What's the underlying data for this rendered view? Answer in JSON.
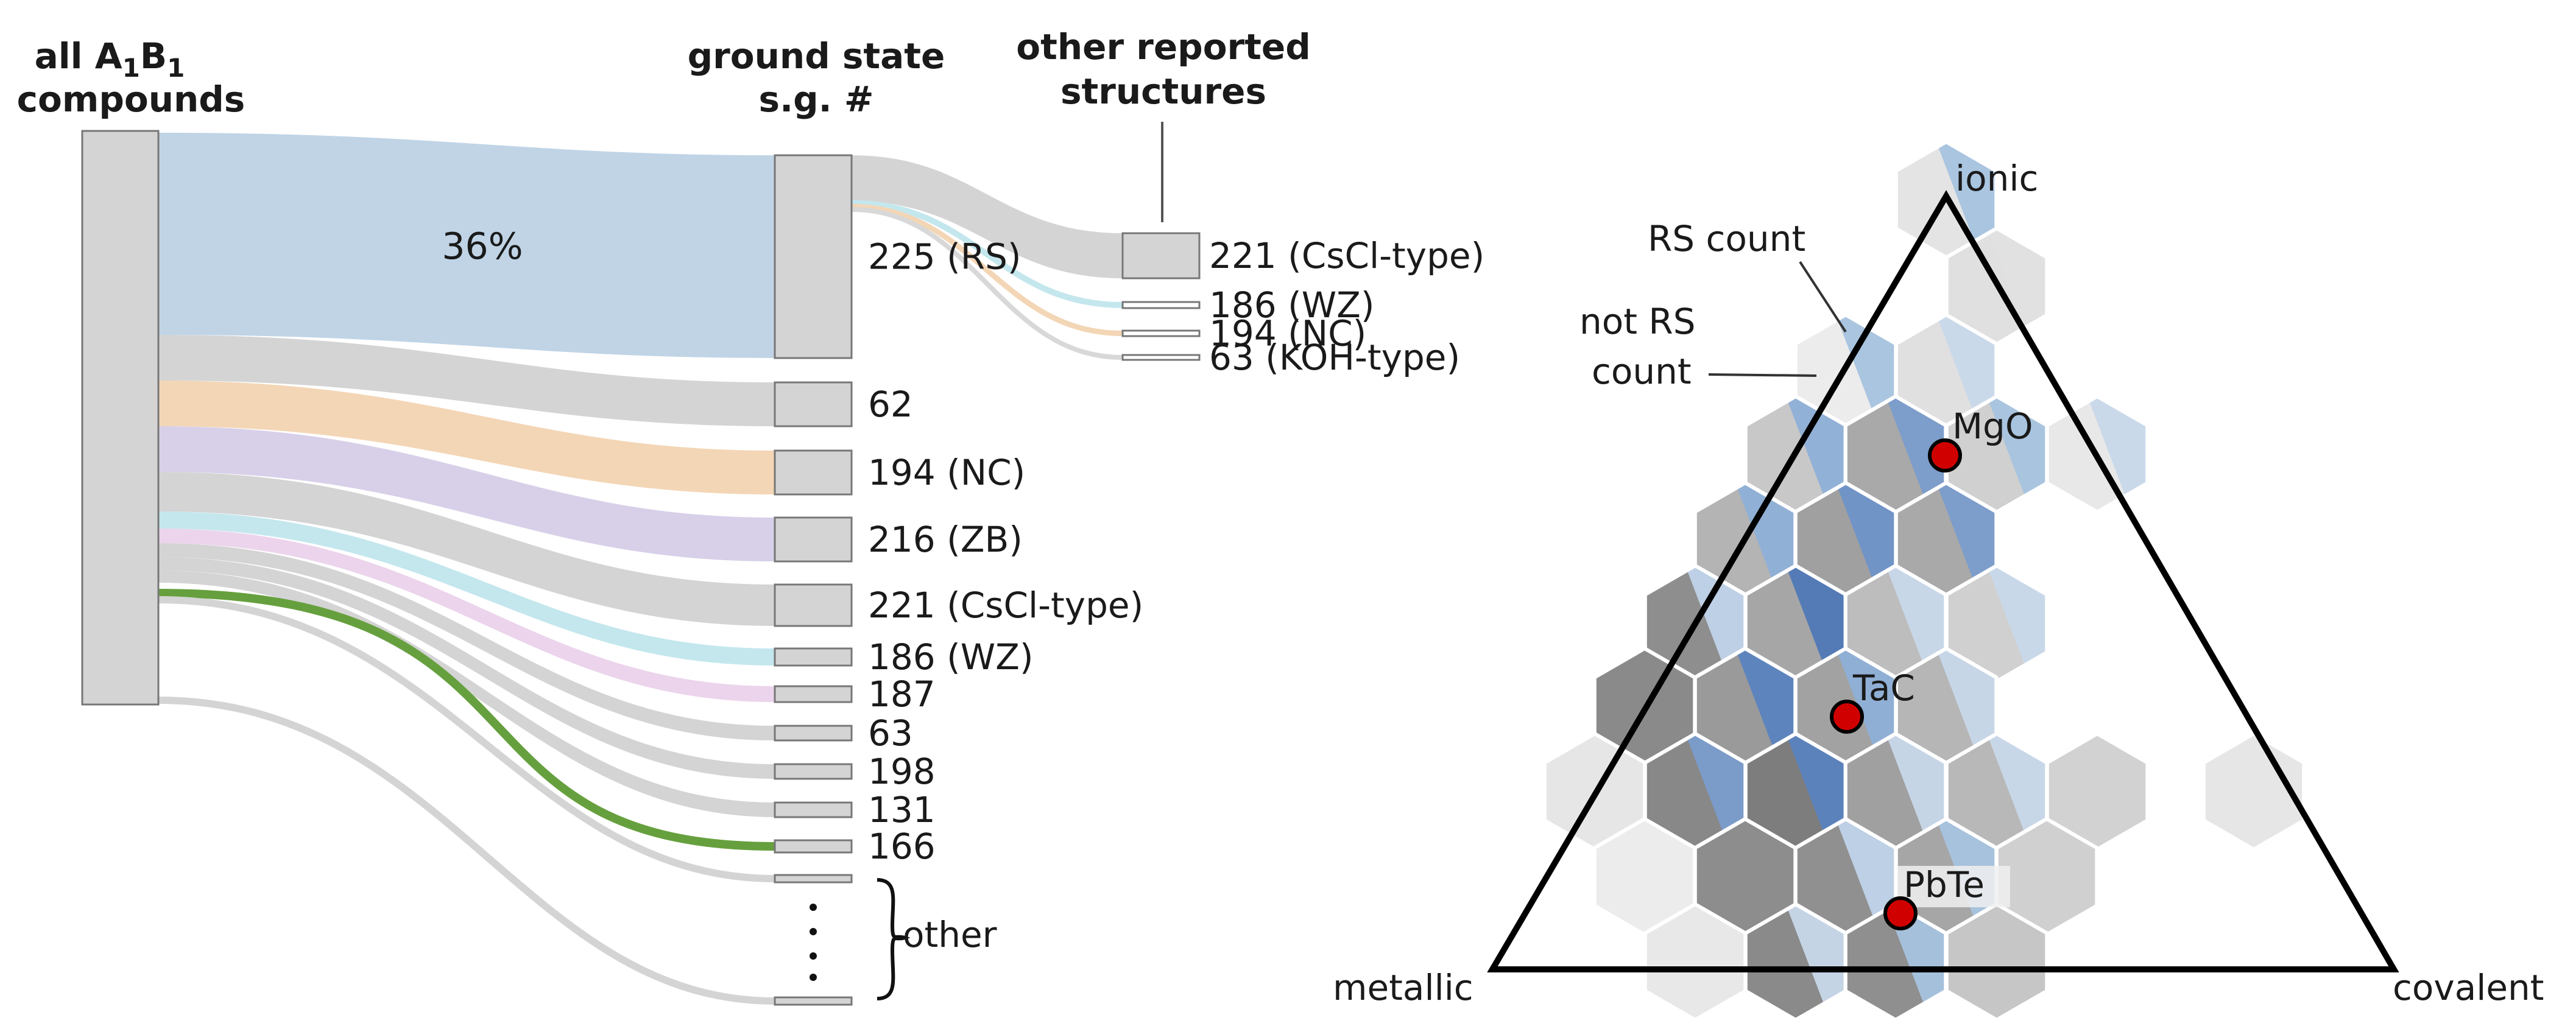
{
  "sankey": {
    "headers": {
      "all_line1": "all A",
      "all_sub1": "1",
      "all_b": "B",
      "all_sub2": "1",
      "all_line2": "compounds",
      "gs_line1": "ground state",
      "gs_line2": "s.g. #",
      "other_line1": "other reported",
      "other_line2": "structures"
    },
    "percent_label": "36%",
    "ground_state_nodes": [
      {
        "label": "225 (RS)",
        "color": "#c0d4e6"
      },
      {
        "label": "62",
        "color": "#d4d4d4"
      },
      {
        "label": "194 (NC)",
        "color": "#f3d6b6"
      },
      {
        "label": "216 (ZB)",
        "color": "#d8d0e9"
      },
      {
        "label": "221 (CsCl-type)",
        "color": "#d4d4d4"
      },
      {
        "label": "186 (WZ)",
        "color": "#c4e7ee"
      },
      {
        "label": "187",
        "color": "#ecd4ec"
      },
      {
        "label": "63",
        "color": "#d4d4d4"
      },
      {
        "label": "198",
        "color": "#d4d4d4"
      },
      {
        "label": "131",
        "color": "#d4d4d4"
      },
      {
        "label": "166",
        "color": "#66a03e"
      }
    ],
    "other_label": "other",
    "rs_alternatives": [
      {
        "label": "221 (CsCl-type)",
        "color": "#d4d4d4"
      },
      {
        "label": "186 (WZ)",
        "color": "#c4e7ee"
      },
      {
        "label": "194 (NC)",
        "color": "#f3d6b6"
      },
      {
        "label": "63 (KOH-type)",
        "color": "#d8d8d8"
      }
    ]
  },
  "ternary": {
    "vertices": {
      "top": "ionic",
      "left": "metallic",
      "right": "covalent"
    },
    "legend": {
      "rs_count": "RS count",
      "not_rs_line1": "not RS",
      "not_rs_line2": "count"
    },
    "compounds": [
      {
        "label": "MgO",
        "color": "#d10000"
      },
      {
        "label": "TaC",
        "color": "#d10000"
      },
      {
        "label": "PbTe",
        "color": "#d10000"
      }
    ]
  }
}
